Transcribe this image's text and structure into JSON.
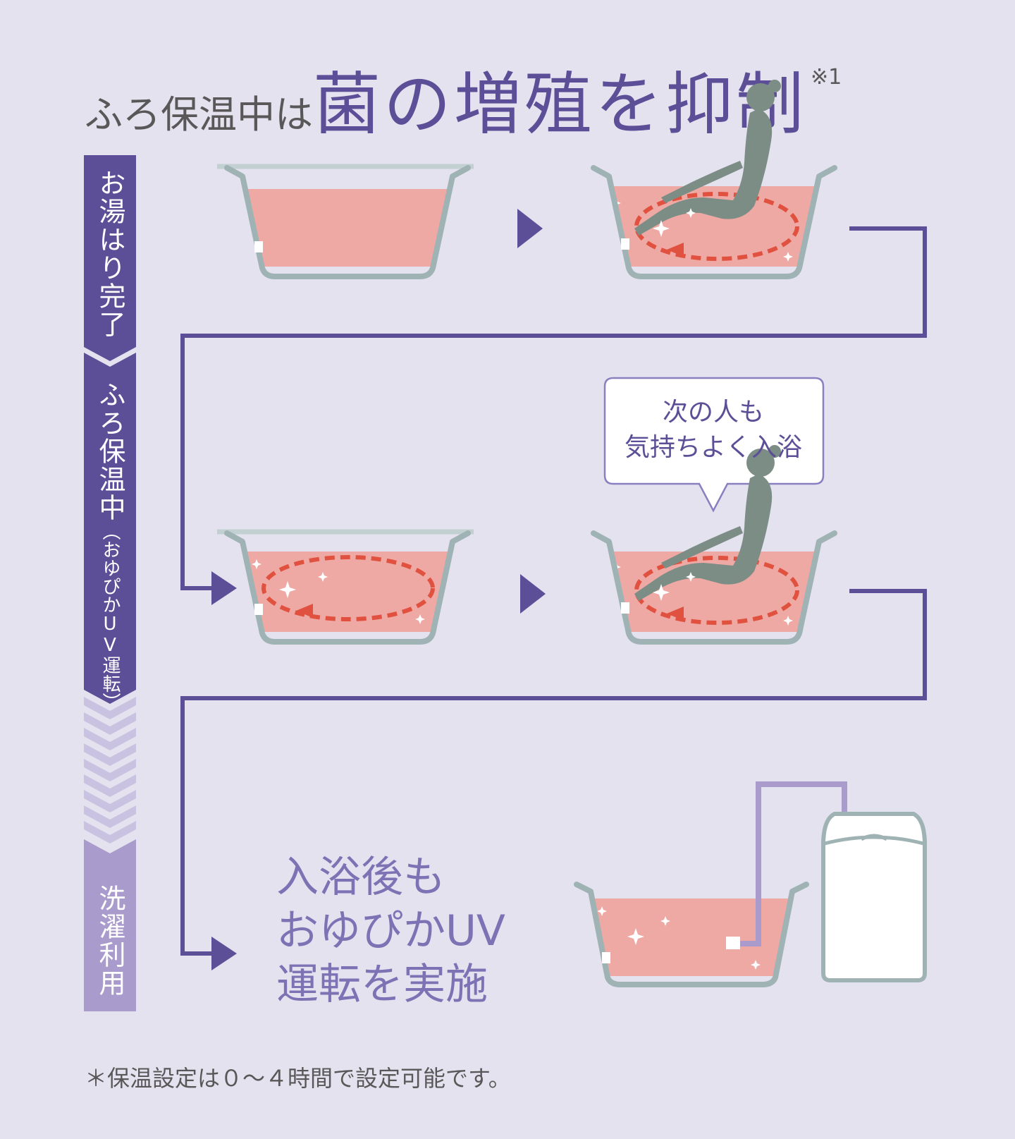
{
  "title": {
    "prefix": "ふろ保温中は",
    "main": "菌の増殖を抑制",
    "note": "※1"
  },
  "timeline": [
    {
      "label": "お湯はり完了",
      "sub": ""
    },
    {
      "label": "ふろ保温中",
      "sub": "（おゆぴかUV運転）"
    },
    {
      "label": "洗濯利用",
      "sub": ""
    }
  ],
  "bubble": {
    "line1": "次の人も",
    "line2": "気持ちよく入浴"
  },
  "final_message": {
    "line1": "入浴後も",
    "line2": "おゆぴかUV",
    "line3": "運転を実施"
  },
  "footnote": "＊保温設定は０～４時間で設定可能です。",
  "colors": {
    "background": "#e4e2ef",
    "accent": "#5d4f97",
    "water": "#eea9a4",
    "tub": "#9fb3b5",
    "circulation": "#e0523f",
    "label_light": "#a99bcc"
  }
}
